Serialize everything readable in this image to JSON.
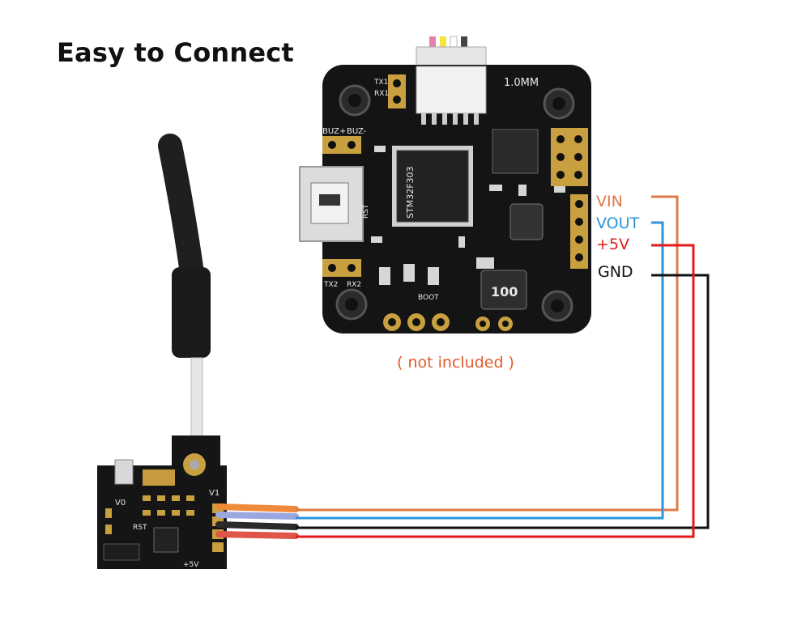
{
  "title": "Easy to Connect",
  "note": "( not included )",
  "wires": [
    {
      "label": "VIN",
      "color": "#e07a44"
    },
    {
      "label": "VOUT",
      "color": "#2b95d8"
    },
    {
      "label": "+5V",
      "color": "#e01b1b"
    },
    {
      "label": "GND",
      "color": "#111111"
    }
  ],
  "fc_board": {
    "mcu_marking": "STM32F303",
    "connector_label": "1.0MM",
    "pin_labels": [
      "RX1",
      "TX1",
      "BUZ+",
      "BUZ-",
      "TX2",
      "RX2",
      "BOOT",
      "RST"
    ],
    "inductor_marking": "100"
  },
  "vtx_board": {
    "pad_labels": [
      "V1",
      "V0",
      "RST",
      "+5V"
    ]
  },
  "colors": {
    "board": "#141414",
    "title": "#111111",
    "note": "#e05a2b"
  }
}
